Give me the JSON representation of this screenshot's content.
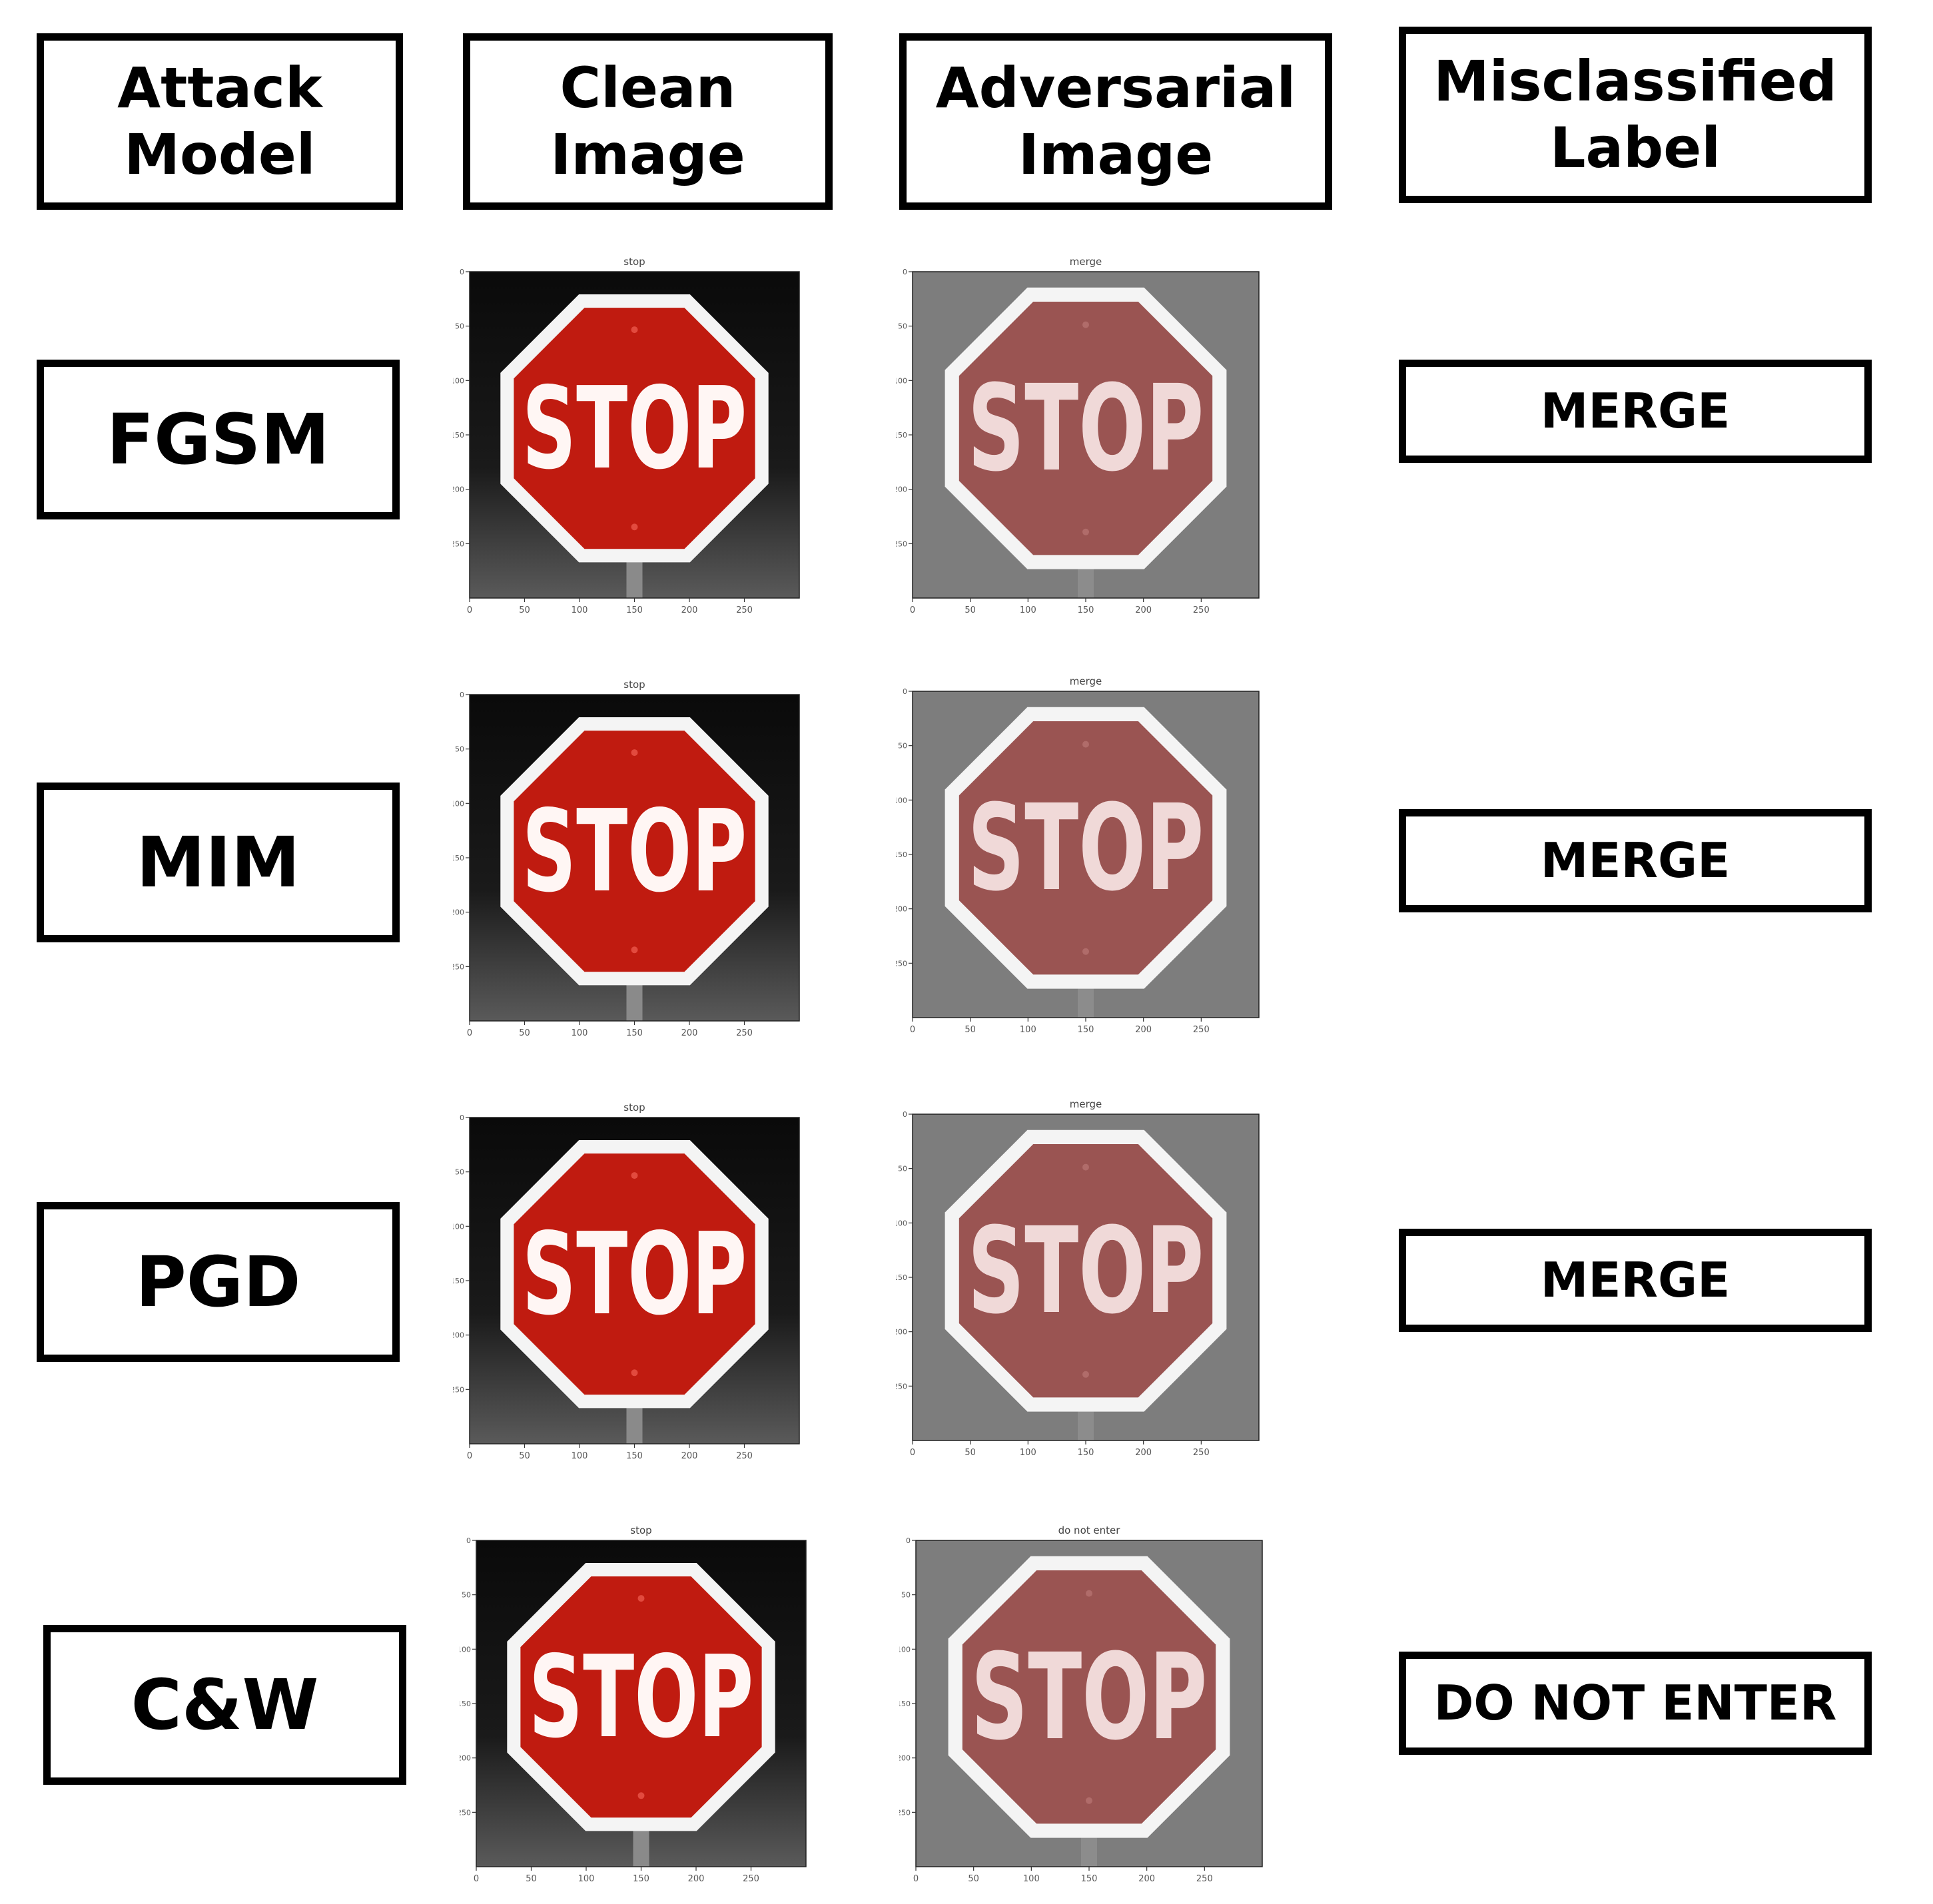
{
  "headers": [
    "Attack\nModel",
    "Clean\nImage",
    "Adversarial\nImage",
    "Misclassified\nLabel"
  ],
  "sign_text": "STOP",
  "rows": [
    {
      "attack": "FGSM",
      "clean_title": "stop",
      "adv_title": "merge",
      "label": "MERGE"
    },
    {
      "attack": "MIM",
      "clean_title": "stop",
      "adv_title": "merge",
      "label": "MERGE"
    },
    {
      "attack": "PGD",
      "clean_title": "stop",
      "adv_title": "merge",
      "label": "MERGE"
    },
    {
      "attack": "C&W",
      "clean_title": "stop",
      "adv_title": "do not enter",
      "label": "DO NOT ENTER"
    }
  ],
  "clean_ticks": [
    "0",
    "50",
    "100",
    "150",
    "200",
    "250"
  ],
  "adv_ticks": [
    "0",
    "50",
    "100",
    "150",
    "200",
    "250"
  ],
  "colors": {
    "clean_bg": "#0a0a0a",
    "clean_sign": "#c01b10",
    "adv_bg": "#7d7d7d",
    "adv_sign": "#9a5452",
    "sign_border": "#f4f4f4"
  }
}
